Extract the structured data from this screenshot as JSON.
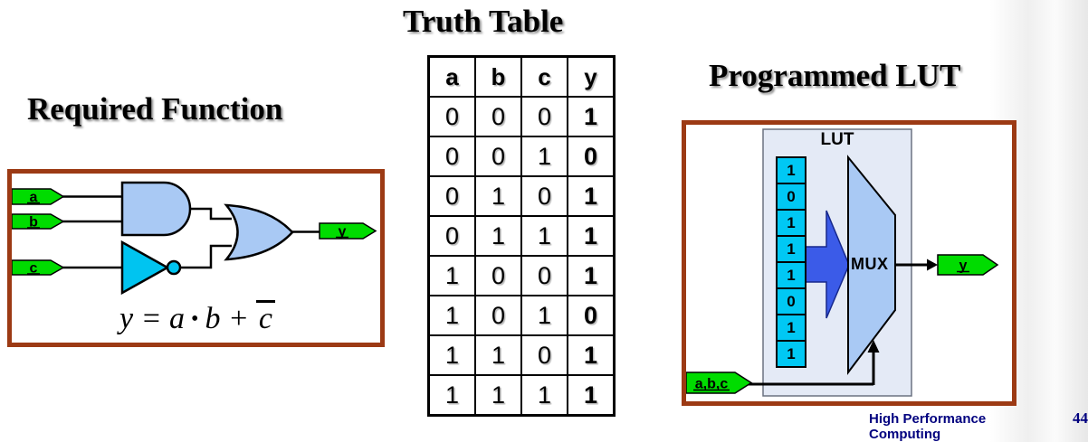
{
  "slide": {
    "footer_label": "High Performance Computing",
    "footer_page": "44"
  },
  "circuit": {
    "title": "Required Function",
    "inputs": [
      "a",
      "b",
      "c"
    ],
    "output_label": "y",
    "gates": [
      "AND",
      "NOT",
      "OR"
    ],
    "formula": {
      "prefix": "y = a",
      "bullet": "•",
      "mid": "b +",
      "negated": "c"
    }
  },
  "truth_table": {
    "title": "Truth Table",
    "headers": [
      "a",
      "b",
      "c",
      "y"
    ],
    "rows": [
      [
        "0",
        "0",
        "0",
        "1"
      ],
      [
        "0",
        "0",
        "1",
        "0"
      ],
      [
        "0",
        "1",
        "0",
        "1"
      ],
      [
        "0",
        "1",
        "1",
        "1"
      ],
      [
        "1",
        "0",
        "0",
        "1"
      ],
      [
        "1",
        "0",
        "1",
        "0"
      ],
      [
        "1",
        "1",
        "0",
        "1"
      ],
      [
        "1",
        "1",
        "1",
        "1"
      ]
    ]
  },
  "lut": {
    "title": "Programmed LUT",
    "block_label": "LUT",
    "mux_label": "MUX",
    "cells": [
      "1",
      "0",
      "1",
      "1",
      "1",
      "0",
      "1",
      "1"
    ],
    "input_label": "a,b,c",
    "output_label": "y"
  },
  "colors": {
    "box_border": "#9c3a14",
    "gate_fill": "#a9c9f4",
    "not_gate_fill": "#00c4f0",
    "lut_cell_fill": "#00c8f4",
    "block_arrow_fill": "#3b5be8",
    "label_green": "#00dc00",
    "lut_block_fill": "#e4eaf6",
    "footer_text": "#00007f"
  }
}
